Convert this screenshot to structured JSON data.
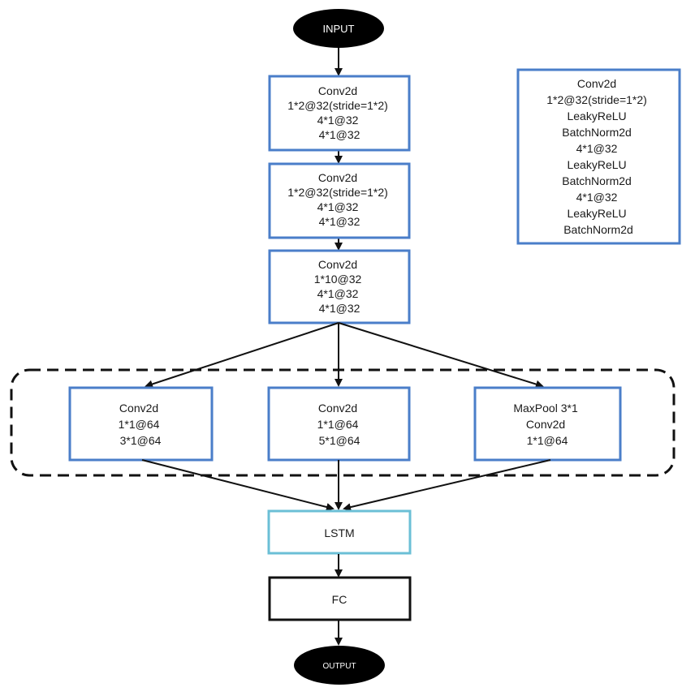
{
  "input": {
    "label": "INPUT"
  },
  "output": {
    "label": "OUTPUT"
  },
  "conv_blocks": [
    {
      "lines": [
        "Conv2d",
        "1*2@32(stride=1*2)",
        "4*1@32",
        "4*1@32"
      ]
    },
    {
      "lines": [
        "Conv2d",
        "1*2@32(stride=1*2)",
        "4*1@32",
        "4*1@32"
      ]
    },
    {
      "lines": [
        "Conv2d",
        "1*10@32",
        "4*1@32",
        "4*1@32"
      ]
    }
  ],
  "branches": [
    {
      "lines": [
        "Conv2d",
        "1*1@64",
        "3*1@64"
      ]
    },
    {
      "lines": [
        "Conv2d",
        "1*1@64",
        "5*1@64"
      ]
    },
    {
      "lines": [
        "MaxPool  3*1",
        "Conv2d",
        "1*1@64"
      ]
    }
  ],
  "lstm": {
    "label": "LSTM"
  },
  "fc": {
    "label": "FC"
  },
  "legend": {
    "lines": [
      "Conv2d",
      "1*2@32(stride=1*2)",
      "LeakyReLU",
      "BatchNorm2d",
      "4*1@32",
      "LeakyReLU",
      "BatchNorm2d",
      "4*1@32",
      "LeakyReLU",
      "BatchNorm2d"
    ]
  },
  "colors": {
    "conv_border": "#4a7ec9",
    "lstm_border": "#6bbfd6",
    "fc_border": "#111111",
    "terminal_fill": "#000000",
    "arrow": "#111111"
  }
}
